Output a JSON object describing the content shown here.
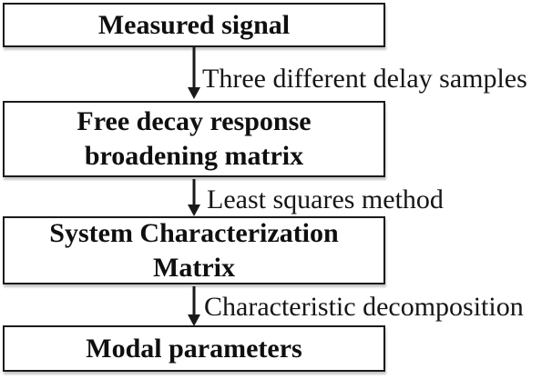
{
  "diagram": {
    "colors": {
      "background": "#ffffff",
      "line": "#1a1a1a",
      "text": "#0f0f0f"
    },
    "boxes": [
      {
        "lines": [
          "Measured signal"
        ]
      },
      {
        "lines": [
          "Free decay response",
          "broadening matrix"
        ]
      },
      {
        "lines": [
          "System Characterization",
          "Matrix"
        ]
      },
      {
        "lines": [
          "Modal parameters"
        ]
      }
    ],
    "arrows": [
      {
        "label": "Three different delay samples"
      },
      {
        "label": "Least squares method"
      },
      {
        "label": "Characteristic decomposition"
      }
    ]
  }
}
